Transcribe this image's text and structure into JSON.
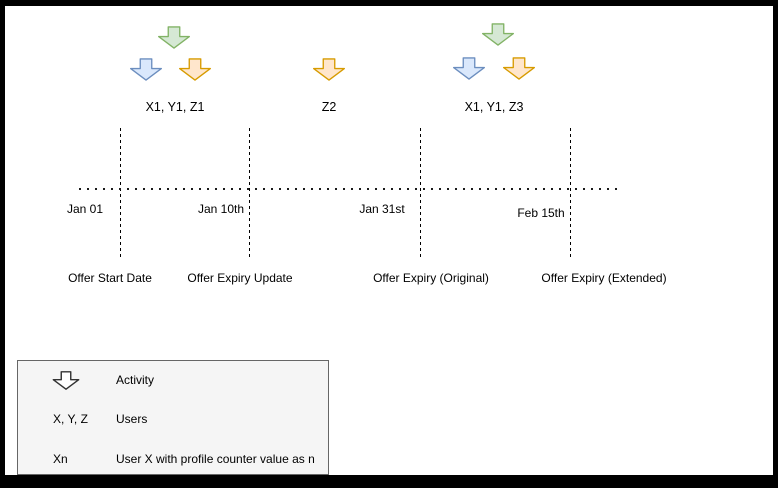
{
  "colors": {
    "green": {
      "fill": "#d5e8d4",
      "stroke": "#82b366"
    },
    "blue": {
      "fill": "#dae8fc",
      "stroke": "#6c8ebf"
    },
    "orange": {
      "fill": "#ffe6cc",
      "stroke": "#d79b00"
    },
    "legend_arrow": {
      "fill": "#ffffff",
      "stroke": "#333333"
    },
    "frame": "#000000",
    "paper": "#ffffff",
    "legend_bg": "#f5f5f5",
    "legend_border": "#666666",
    "line": "#000000"
  },
  "clusters": [
    {
      "label": "X1, Y1, Z1",
      "arrows": [
        "green",
        "blue",
        "orange"
      ]
    },
    {
      "label": "Z2",
      "arrows": [
        "orange"
      ]
    },
    {
      "label": "X1, Y1, Z3",
      "arrows": [
        "green",
        "blue",
        "orange"
      ]
    }
  ],
  "timeline": {
    "events": [
      {
        "date": "Jan 01",
        "label": "Offer Start Date"
      },
      {
        "date": "Jan 10th",
        "label": "Offer Expiry Update"
      },
      {
        "date": "Jan 31st",
        "label": "Offer Expiry (Original)"
      },
      {
        "date": "Feb 15th",
        "label": "Offer Expiry (Extended)"
      }
    ]
  },
  "legend": {
    "rows": [
      {
        "key": "activity-arrow-icon",
        "label": "Activity"
      },
      {
        "key": "X, Y, Z",
        "label": "Users"
      },
      {
        "key": "Xn",
        "label": "User X with profile counter value as n"
      }
    ]
  }
}
